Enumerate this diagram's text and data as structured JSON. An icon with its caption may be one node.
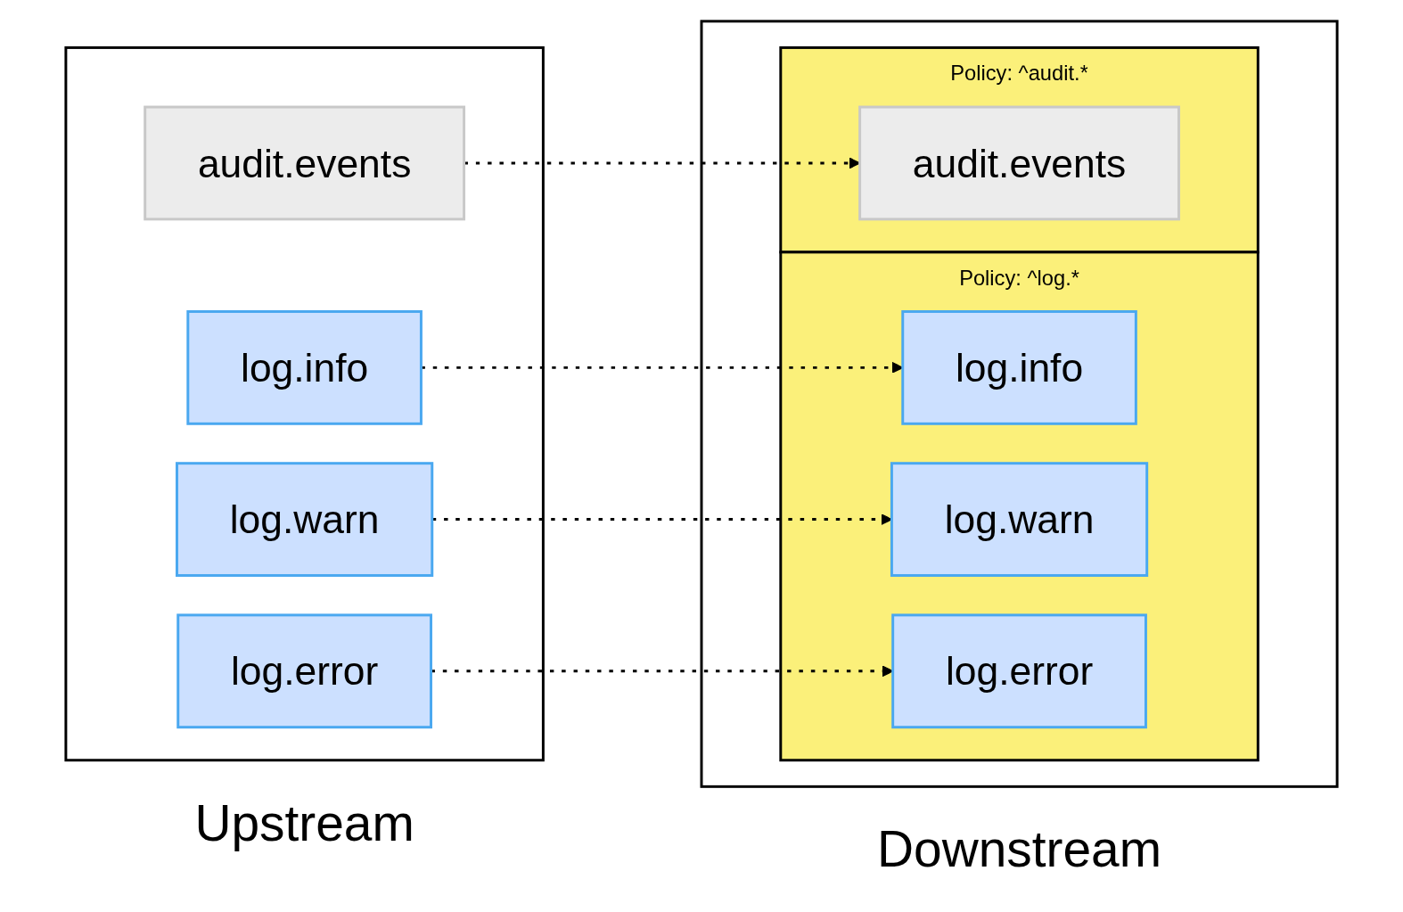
{
  "diagram": {
    "nodes": [
      {
        "text": [
          "Upstream"
        ]
      },
      {
        "text": [
          "log.info"
        ],
        "in": 0
      },
      {
        "text": [
          "log.warn"
        ],
        "in": 0
      },
      {
        "text": [
          "log.error"
        ],
        "in": 0
      },
      {
        "text": [
          "audit.events"
        ],
        "in": 0
      },
      {
        "text": [
          "Downstream"
        ]
      },
      {
        "text": [
          "Policy: ^log.*"
        ],
        "in": 5
      },
      {
        "text": [
          "log.info"
        ],
        "in": 6
      },
      {
        "text": [
          "log.warn"
        ],
        "in": 6
      },
      {
        "text": [
          "log.error"
        ],
        "in": 6
      },
      {
        "text": [
          "Policy: ^audit.*"
        ],
        "in": 5
      },
      {
        "text": [
          "audit.events"
        ],
        "in": 10
      }
    ],
    "edges": [
      {
        "from": 1,
        "to": 7,
        "arrow": "to",
        "style": "dashed"
      },
      {
        "from": 2,
        "to": 8,
        "arrow": "to",
        "style": "dashed"
      },
      {
        "from": 3,
        "to": 9,
        "arrow": "to",
        "style": "dashed"
      },
      {
        "from": 4,
        "to": 11,
        "arrow": "to",
        "style": "dashed"
      }
    ]
  }
}
